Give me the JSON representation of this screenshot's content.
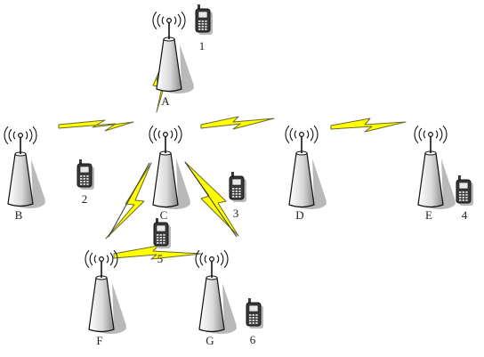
{
  "diagram": {
    "towers": [
      {
        "id": "tower-a",
        "label": "A"
      },
      {
        "id": "tower-b",
        "label": "B"
      },
      {
        "id": "tower-c",
        "label": "C"
      },
      {
        "id": "tower-d",
        "label": "D"
      },
      {
        "id": "tower-e",
        "label": "E"
      },
      {
        "id": "tower-f",
        "label": "F"
      },
      {
        "id": "tower-g",
        "label": "G"
      }
    ],
    "phones": [
      {
        "id": "phone-1",
        "label": "1"
      },
      {
        "id": "phone-2",
        "label": "2"
      },
      {
        "id": "phone-3",
        "label": "3"
      },
      {
        "id": "phone-4",
        "label": "4"
      },
      {
        "id": "phone-5",
        "label": "5"
      },
      {
        "id": "phone-6",
        "label": "6"
      }
    ],
    "links": [
      {
        "id": "link-a-c",
        "from": "A",
        "to": "C"
      },
      {
        "id": "link-b-c",
        "from": "B",
        "to": "C"
      },
      {
        "id": "link-c-d",
        "from": "C",
        "to": "D"
      },
      {
        "id": "link-d-e",
        "from": "D",
        "to": "E"
      },
      {
        "id": "link-c-f",
        "from": "C",
        "to": "F"
      },
      {
        "id": "link-c-g",
        "from": "C",
        "to": "G"
      },
      {
        "id": "link-f-g",
        "from": "F",
        "to": "G"
      }
    ],
    "colors": {
      "bolt_fill": "#ffff00",
      "bolt_stroke": "#6b6b2a",
      "tower_light": "#ffffff",
      "tower_dark": "#8a8a8a",
      "shadow": "#b9b9b9",
      "line": "#111111",
      "phone_body": "#3a3a3a"
    },
    "icons": {
      "tower": "radio-tower-icon",
      "phone": "mobile-phone-icon",
      "link": "lightning-bolt-icon"
    }
  }
}
